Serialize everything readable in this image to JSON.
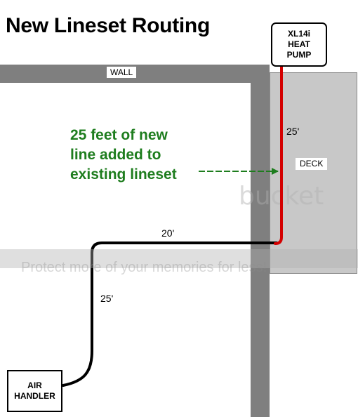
{
  "title": "New Lineset Routing",
  "labels": {
    "wall": "WALL",
    "deck": "DECK"
  },
  "heat_pump": {
    "lines": [
      "XL14i",
      "HEAT",
      "PUMP"
    ]
  },
  "air_handler": {
    "lines": [
      "AIR",
      "HANDLER"
    ]
  },
  "dimensions": {
    "vertical_new": "25'",
    "horizontal": "20'",
    "vertical_existing": "25'"
  },
  "annotation": {
    "lines": [
      "25 feet of new",
      "line added to",
      "existing lineset"
    ]
  },
  "watermark": {
    "logo": "bucket",
    "tagline": "Protect more of your memories for less!"
  },
  "colors": {
    "wall": "#7f7f7f",
    "deck": "#c8c8c8",
    "new_line": "#d40000",
    "existing_line": "#000000",
    "annotation": "#1e7d1e"
  }
}
